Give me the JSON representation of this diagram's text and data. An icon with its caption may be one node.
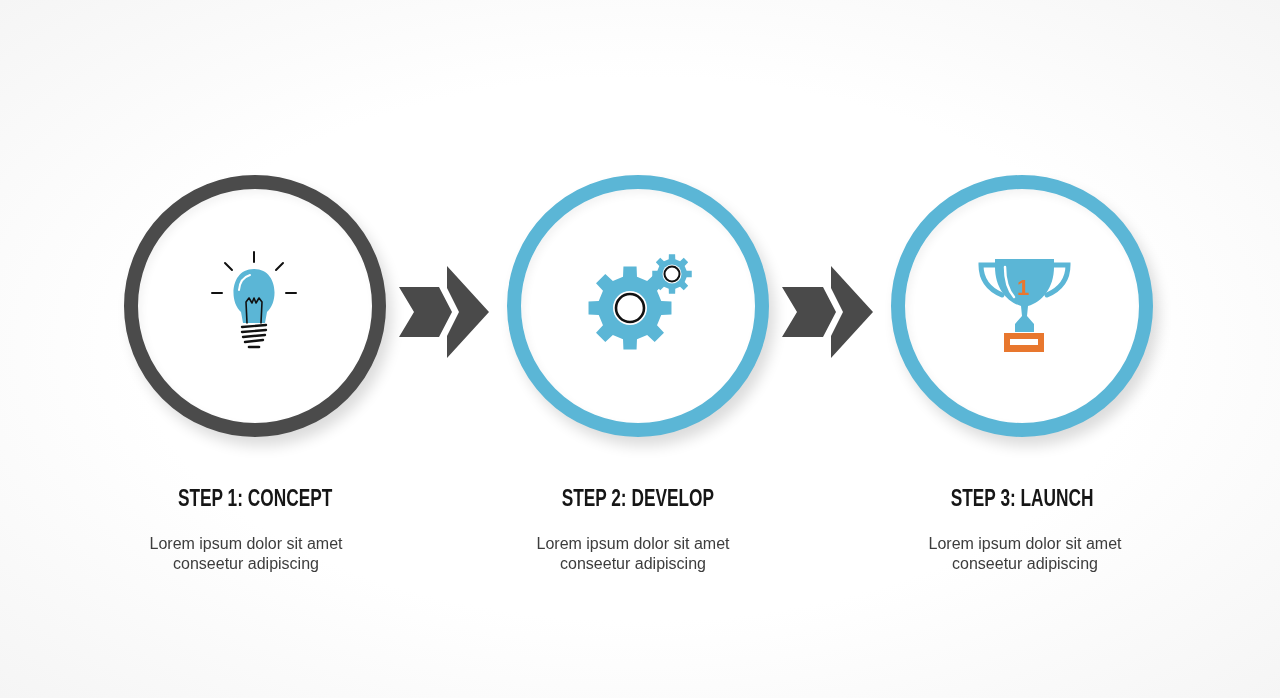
{
  "diagram": {
    "nodes": [
      {
        "text": [
          "STEP 1: CONCEPT"
        ]
      },
      {
        "text": [
          "STEP 2: DEVELOP"
        ]
      },
      {
        "text": [
          "STEP 3: LAUNCH"
        ]
      }
    ],
    "edges": [
      {
        "from": 0,
        "to": 1,
        "arrow": "to"
      },
      {
        "from": 1,
        "to": 2,
        "arrow": "to"
      }
    ],
    "labels": [
      "1",
      "Lorem ipsum dolor sit amet conseetur adipiscing",
      "Lorem ipsum dolor sit amet conseetur adipiscing",
      "Lorem ipsum dolor sit amet conseetur adipiscing"
    ]
  }
}
